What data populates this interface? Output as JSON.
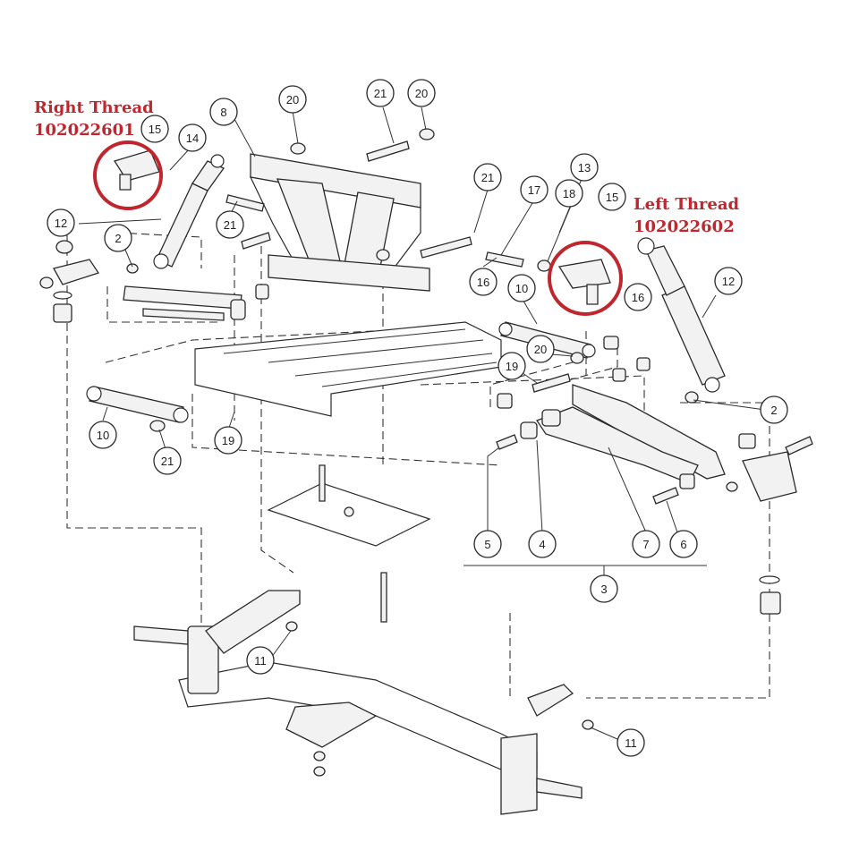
{
  "highlight_color": "#c0262d",
  "annotations": {
    "right": {
      "label": "Right Thread",
      "part_number": "102022601"
    },
    "left": {
      "label": "Left Thread",
      "part_number": "102022602"
    }
  },
  "callouts": {
    "c8": "8",
    "c20a": "20",
    "c21a": "21",
    "c20b": "20",
    "c15a": "15",
    "c14": "14",
    "c13": "13",
    "c21b": "21",
    "c17": "17",
    "c18": "18",
    "c15b": "15",
    "c12a": "12",
    "c2a": "2",
    "c21c": "21",
    "c16a": "16",
    "c10a": "10",
    "c16b": "16",
    "c12b": "12",
    "c20c": "20",
    "c19a": "19",
    "c2b": "2",
    "c10b": "10",
    "c21d": "21",
    "c19b": "19",
    "c5": "5",
    "c4": "4",
    "c7": "7",
    "c6": "6",
    "c3": "3",
    "c11a": "11",
    "c11b": "11"
  }
}
